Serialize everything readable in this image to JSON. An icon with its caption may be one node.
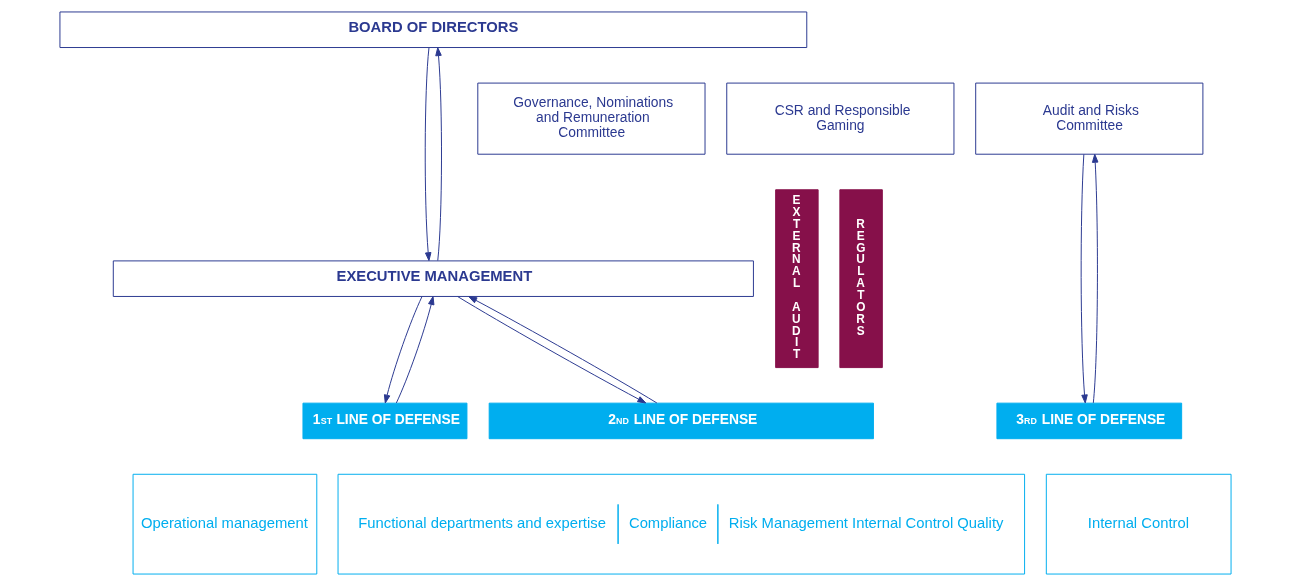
{
  "diagram": {
    "nodes": [
      {
        "text": [
          "BOARD OF DIRECTORS"
        ]
      },
      {
        "text": [
          "Governance, Nominations and Remuneration Committee"
        ]
      },
      {
        "text": [
          "CSR and Responsible Gaming"
        ]
      },
      {
        "text": [
          "Audit and Risks Committee"
        ]
      },
      {
        "text": [
          "EXECUTIVE MANAGEMENT"
        ]
      },
      {
        "text": [
          "1$^{ST}$ LINE OF DEFENSE"
        ]
      },
      {
        "text": [
          "2$^{ND}$ LINE OF DEFENSE"
        ]
      },
      {
        "text": [
          "3$^{RD}$ LINE OF DEFENSE"
        ]
      },
      {
        "text": [
          "Operational management"
        ]
      },
      {
        "text": [
          "Functional departments and expertise",
          "Compliance",
          "Risk Management Internal Control Quality"
        ]
      },
      {
        "text": [
          "Internal Control"
        ]
      },
      {
        "text": [
          "EXTERNAL AUDIT"
        ]
      },
      {
        "text": [
          "REGULATORS"
        ]
      }
    ],
    "edges": [
      {
        "from": 0,
        "to": 4,
        "arrow": "to"
      },
      {
        "from": 4,
        "to": 0,
        "arrow": "to"
      },
      {
        "from": 3,
        "to": 7,
        "arrow": "to"
      },
      {
        "from": 7,
        "to": 3,
        "arrow": "to"
      },
      {
        "from": 4,
        "to": 5,
        "arrow": "to"
      },
      {
        "from": 5,
        "to": 4,
        "arrow": "to"
      },
      {
        "from": 4,
        "to": 6,
        "arrow": "to"
      },
      {
        "from": 6,
        "to": 4,
        "arrow": "to"
      }
    ]
  }
}
